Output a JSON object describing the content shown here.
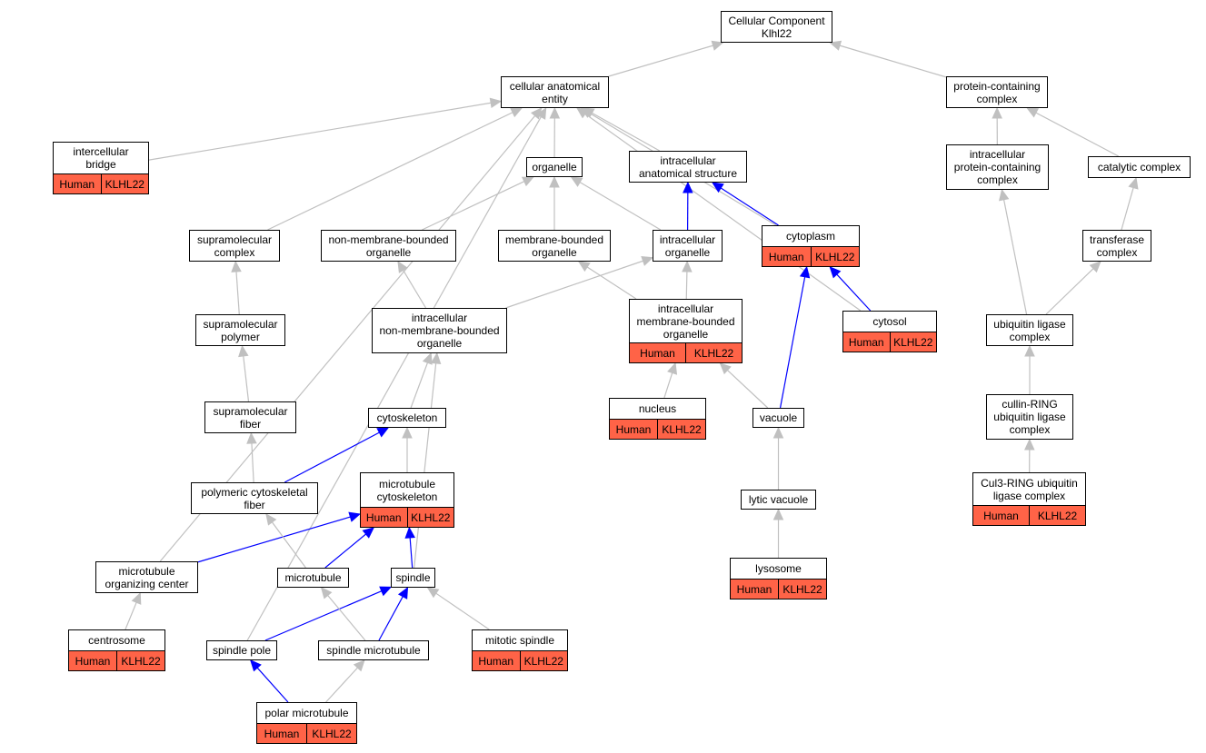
{
  "colors": {
    "edge_gray": "#c0c0c0",
    "edge_blue": "#0000ff",
    "annotation": "#ff6347",
    "border": "#000000"
  },
  "nodes": [
    {
      "id": "cc",
      "label": "Cellular Component\nKlhl22"
    },
    {
      "id": "cae",
      "label": "cellular anatomical\nentity"
    },
    {
      "id": "pcc",
      "label": "protein-containing\ncomplex"
    },
    {
      "id": "ib",
      "label": "intercellular\nbridge",
      "ann": [
        "Human",
        "KLHL22"
      ]
    },
    {
      "id": "org",
      "label": "organelle"
    },
    {
      "id": "ias",
      "label": "intracellular\nanatomical structure"
    },
    {
      "id": "ipcc",
      "label": "intracellular\nprotein-containing\ncomplex"
    },
    {
      "id": "catc",
      "label": "catalytic complex"
    },
    {
      "id": "cyto",
      "label": "cytoplasm",
      "ann": [
        "Human",
        "KLHL22"
      ]
    },
    {
      "id": "supc",
      "label": "supramolecular\ncomplex"
    },
    {
      "id": "nmbo",
      "label": "non-membrane-bounded\norganelle"
    },
    {
      "id": "mbo",
      "label": "membrane-bounded\norganelle"
    },
    {
      "id": "io",
      "label": "intracellular\norganelle"
    },
    {
      "id": "trc",
      "label": "transferase\ncomplex"
    },
    {
      "id": "supp",
      "label": "supramolecular\npolymer"
    },
    {
      "id": "inmbo",
      "label": "intracellular\nnon-membrane-bounded\norganelle"
    },
    {
      "id": "imbo",
      "label": "intracellular\nmembrane-bounded\norganelle",
      "ann": [
        "Human",
        "KLHL22"
      ]
    },
    {
      "id": "cytosol",
      "label": "cytosol",
      "ann": [
        "Human",
        "KLHL22"
      ]
    },
    {
      "id": "ulc",
      "label": "ubiquitin ligase\ncomplex"
    },
    {
      "id": "supf",
      "label": "supramolecular\nfiber"
    },
    {
      "id": "cytosk",
      "label": "cytoskeleton"
    },
    {
      "id": "nuc",
      "label": "nucleus",
      "ann": [
        "Human",
        "KLHL22"
      ]
    },
    {
      "id": "vac",
      "label": "vacuole"
    },
    {
      "id": "crulc",
      "label": "cullin-RING\nubiquitin ligase\ncomplex"
    },
    {
      "id": "pcf",
      "label": "polymeric cytoskeletal\nfiber"
    },
    {
      "id": "mtc",
      "label": "microtubule\ncytoskeleton",
      "ann": [
        "Human",
        "KLHL22"
      ]
    },
    {
      "id": "lvac",
      "label": "lytic vacuole"
    },
    {
      "id": "cul3",
      "label": "Cul3-RING ubiquitin\nligase complex",
      "ann": [
        "Human",
        "KLHL22"
      ]
    },
    {
      "id": "mtoc",
      "label": "microtubule\norganizing center"
    },
    {
      "id": "mt",
      "label": "microtubule"
    },
    {
      "id": "spindle",
      "label": "spindle"
    },
    {
      "id": "lyso",
      "label": "lysosome",
      "ann": [
        "Human",
        "KLHL22"
      ]
    },
    {
      "id": "centro",
      "label": "centrosome",
      "ann": [
        "Human",
        "KLHL22"
      ]
    },
    {
      "id": "spole",
      "label": "spindle pole"
    },
    {
      "id": "smt",
      "label": "spindle microtubule"
    },
    {
      "id": "mitsp",
      "label": "mitotic spindle",
      "ann": [
        "Human",
        "KLHL22"
      ]
    },
    {
      "id": "pmt",
      "label": "polar microtubule",
      "ann": [
        "Human",
        "KLHL22"
      ]
    }
  ],
  "edges": [
    [
      "cae",
      "cc",
      "gray"
    ],
    [
      "pcc",
      "cc",
      "gray"
    ],
    [
      "ib",
      "cae",
      "gray"
    ],
    [
      "org",
      "cae",
      "gray"
    ],
    [
      "ias",
      "cae",
      "gray"
    ],
    [
      "cyto",
      "cae",
      "gray"
    ],
    [
      "cytosol",
      "cae",
      "gray"
    ],
    [
      "supc",
      "cae",
      "gray"
    ],
    [
      "mtoc",
      "cae",
      "gray"
    ],
    [
      "spole",
      "cae",
      "gray"
    ],
    [
      "ipcc",
      "pcc",
      "gray"
    ],
    [
      "catc",
      "pcc",
      "gray"
    ],
    [
      "nmbo",
      "org",
      "gray"
    ],
    [
      "mbo",
      "org",
      "gray"
    ],
    [
      "io",
      "org",
      "gray"
    ],
    [
      "io",
      "ias",
      "blue"
    ],
    [
      "cyto",
      "ias",
      "blue"
    ],
    [
      "cytosol",
      "cyto",
      "blue"
    ],
    [
      "vac",
      "cyto",
      "blue"
    ],
    [
      "inmbo",
      "nmbo",
      "gray"
    ],
    [
      "inmbo",
      "io",
      "gray"
    ],
    [
      "imbo",
      "mbo",
      "gray"
    ],
    [
      "imbo",
      "io",
      "gray"
    ],
    [
      "supp",
      "supc",
      "gray"
    ],
    [
      "supf",
      "supp",
      "gray"
    ],
    [
      "pcf",
      "supf",
      "gray"
    ],
    [
      "pcf",
      "cytosk",
      "blue"
    ],
    [
      "cytosk",
      "inmbo",
      "gray"
    ],
    [
      "spindle",
      "inmbo",
      "gray"
    ],
    [
      "mtc",
      "cytosk",
      "gray"
    ],
    [
      "mtoc",
      "mtc",
      "blue"
    ],
    [
      "mt",
      "mtc",
      "blue"
    ],
    [
      "spindle",
      "mtc",
      "blue"
    ],
    [
      "mt",
      "pcf",
      "gray"
    ],
    [
      "centro",
      "mtoc",
      "gray"
    ],
    [
      "spole",
      "spindle",
      "blue"
    ],
    [
      "smt",
      "spindle",
      "blue"
    ],
    [
      "mitsp",
      "spindle",
      "gray"
    ],
    [
      "smt",
      "mt",
      "gray"
    ],
    [
      "pmt",
      "spole",
      "blue"
    ],
    [
      "pmt",
      "smt",
      "gray"
    ],
    [
      "nuc",
      "imbo",
      "gray"
    ],
    [
      "vac",
      "imbo",
      "gray"
    ],
    [
      "lvac",
      "vac",
      "gray"
    ],
    [
      "lyso",
      "lvac",
      "gray"
    ],
    [
      "trc",
      "catc",
      "gray"
    ],
    [
      "ulc",
      "trc",
      "gray"
    ],
    [
      "ulc",
      "ipcc",
      "gray"
    ],
    [
      "crulc",
      "ulc",
      "gray"
    ],
    [
      "cul3",
      "crulc",
      "gray"
    ]
  ]
}
